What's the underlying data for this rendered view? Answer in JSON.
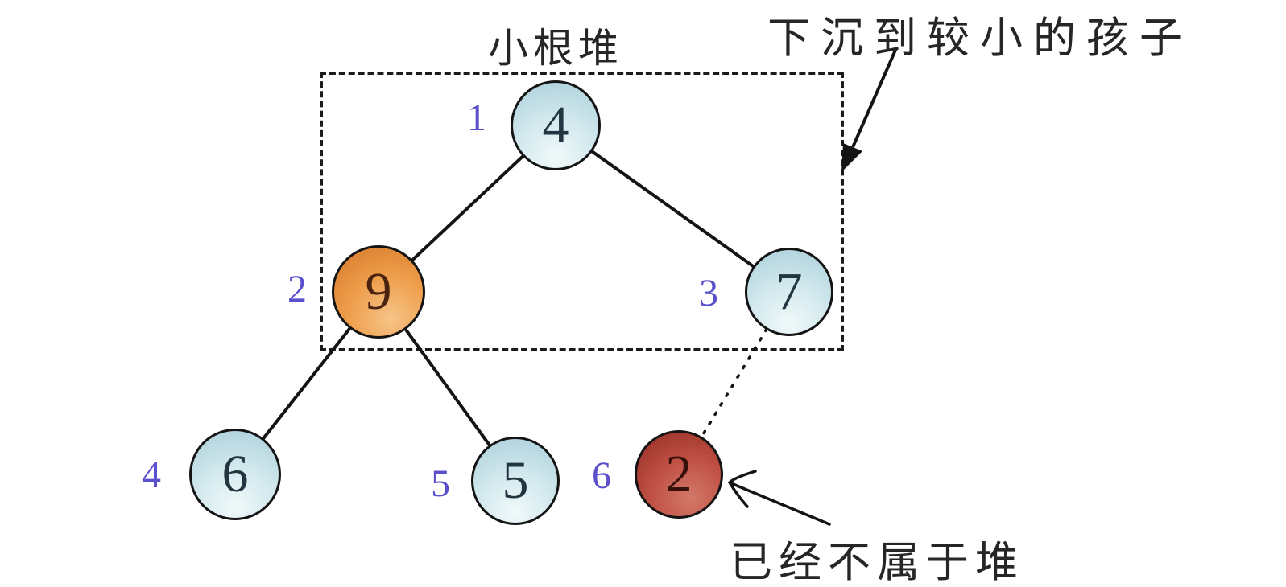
{
  "diagram": {
    "title": "小根堆",
    "annotations": {
      "sink": "下沉到较小的孩子",
      "removed": "已经不属于堆"
    }
  },
  "heap": {
    "nodes": [
      {
        "index": "1",
        "value": "4",
        "state": "in-heap"
      },
      {
        "index": "2",
        "value": "9",
        "state": "sinking"
      },
      {
        "index": "3",
        "value": "7",
        "state": "in-heap"
      },
      {
        "index": "4",
        "value": "6",
        "state": "in-heap"
      },
      {
        "index": "5",
        "value": "5",
        "state": "in-heap"
      },
      {
        "index": "6",
        "value": "2",
        "state": "removed-from-heap"
      }
    ],
    "edges": [
      {
        "from": "4",
        "to": "9",
        "style": "solid"
      },
      {
        "from": "4",
        "to": "7",
        "style": "solid"
      },
      {
        "from": "9",
        "to": "6",
        "style": "solid"
      },
      {
        "from": "9",
        "to": "5",
        "style": "solid"
      },
      {
        "from": "7",
        "to": "2",
        "style": "dotted"
      }
    ]
  },
  "colors": {
    "index_label": "#5a50cb",
    "node_blue": "#bcdae3",
    "node_orange": "#ee9d4a",
    "node_red": "#bf4f43",
    "edge": "#141414",
    "text": "#262626",
    "background": "#ffffff"
  }
}
